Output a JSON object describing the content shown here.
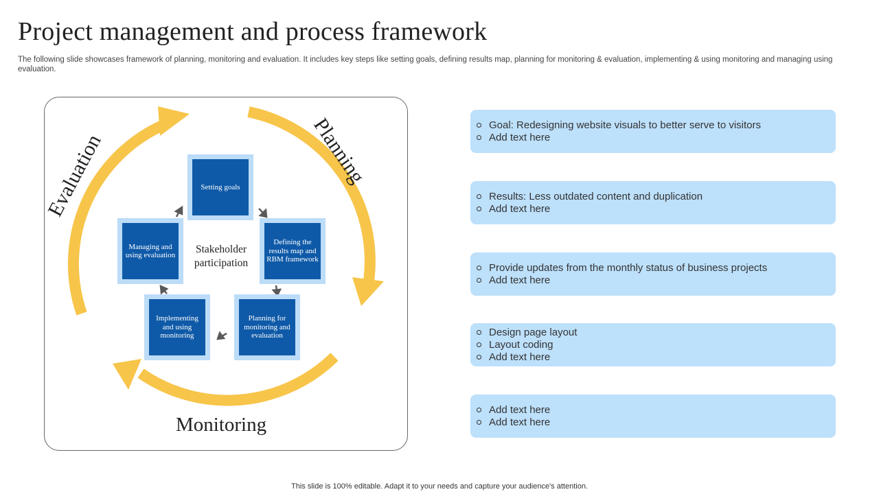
{
  "slide": {
    "title": "Project management and process framework",
    "subtitle": "The following slide showcases framework of planning, monitoring and evaluation. It includes key steps like setting goals, defining results map, planning for monitoring & evaluation, implementing & using monitoring and managing using evaluation.",
    "footer": "This slide is 100% editable. Adapt it to your needs and capture your audience's attention."
  },
  "diagram": {
    "phases": {
      "planning": "Planning",
      "evaluation": "Evaluation",
      "monitoring": "Monitoring"
    },
    "center_label": "Stakeholder participation",
    "steps": [
      "Setting goals",
      "Defining the results map and RBM framework",
      "Planning for monitoring and evaluation",
      "Implementing and using monitoring",
      "Managing and using evaluation"
    ]
  },
  "cards": [
    {
      "lines": [
        "Goal: Redesigning website visuals to better serve to visitors",
        "Add text here"
      ]
    },
    {
      "lines": [
        "Results: Less outdated content and duplication",
        "Add text here"
      ]
    },
    {
      "lines": [
        "Provide updates from the monthly status of business projects",
        "Add text here"
      ]
    },
    {
      "lines": [
        "Design page layout",
        "Layout coding",
        "Add text here"
      ]
    },
    {
      "lines": [
        "Add text here",
        "Add text here"
      ]
    }
  ],
  "colors": {
    "arc_yellow": "#f7c54a",
    "box_blue": "#0f5aa8",
    "box_border": "#bcdcf7",
    "card_bg": "#bde0fb",
    "small_arrow": "#5a5a5a"
  }
}
